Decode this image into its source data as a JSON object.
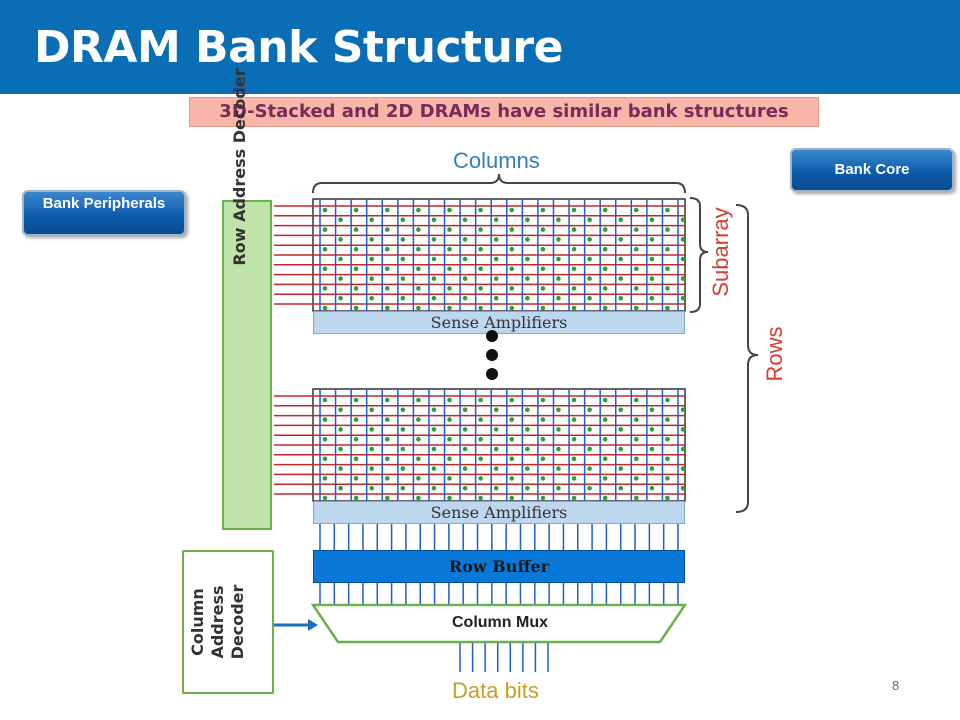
{
  "title": "DRAM Bank Structure",
  "callout": "3D-Stacked and 2D DRAMs have similar bank structures",
  "labels": {
    "bank_core": "Bank Core",
    "bank_peripherals": "Bank Peripherals",
    "columns": "Columns",
    "subarray": "Subarray",
    "rows": "Rows",
    "row_address_decoder": "Row Address Decoder",
    "column_address_decoder": "Column Address Decoder",
    "sense_amplifiers_top": "Sense Amplifiers",
    "sense_amplifiers_bottom": "Sense Amplifiers",
    "row_buffer": "Row Buffer",
    "column_mux": "Column Mux",
    "data_bits": "Data bits"
  },
  "page_number": "8",
  "colors": {
    "title_bar": "#0a6eb6",
    "wordline": "#c62828",
    "bitline": "#1e5fc2",
    "cell": "#2e9d3e",
    "decoder_fill": "#bfe3a8",
    "decoder_border": "#68b14a",
    "sense_amp": "#bcd7ee",
    "row_buffer": "#0a78d6",
    "label_red": "#d53d2c",
    "label_blue": "#2e7fc1",
    "label_gold": "#c6a021"
  }
}
